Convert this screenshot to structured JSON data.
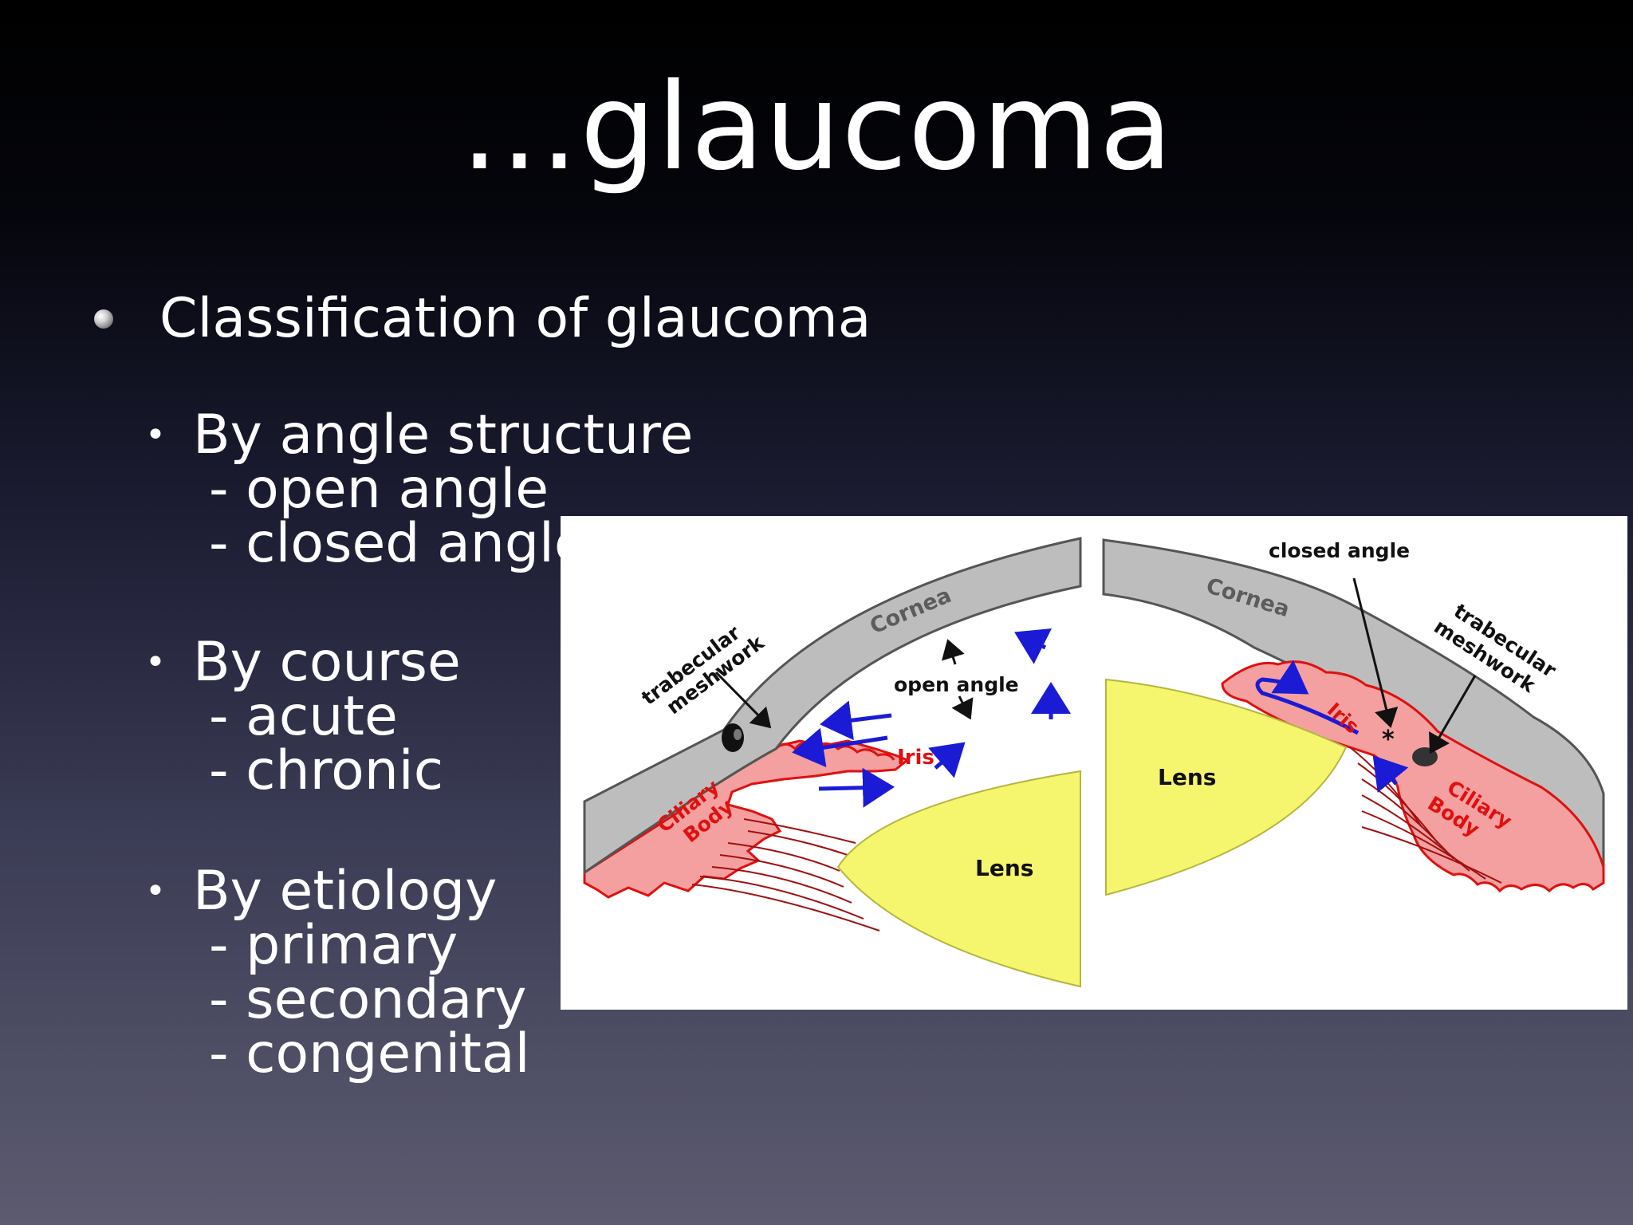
{
  "slide": {
    "title": "…glaucoma",
    "main_bullet": "Classification of glaucoma",
    "groups": [
      {
        "heading": "By angle structure",
        "items": [
          "- open angle",
          "- closed angle"
        ]
      },
      {
        "heading": "By course",
        "items": [
          "- acute",
          "- chronic"
        ]
      },
      {
        "heading": "By etiology",
        "items": [
          "- primary",
          "- secondary",
          "- congenital"
        ]
      }
    ]
  },
  "diagram": {
    "left_panel": {
      "cornea": "Cornea",
      "trabecular_line1": "trabecular",
      "trabecular_line2": "meshwork",
      "angle": "open angle",
      "iris": "Iris",
      "ciliary_line1": "Ciliary",
      "ciliary_line2": "Body",
      "lens": "Lens"
    },
    "right_panel": {
      "angle": "closed angle",
      "cornea": "Cornea",
      "trabecular_line1": "trabecular",
      "trabecular_line2": "meshwork",
      "iris": "Iris",
      "ciliary_line1": "Ciliary",
      "ciliary_line2": "Body",
      "lens": "Lens",
      "marker": "*"
    },
    "colors": {
      "cornea": "#bdbdbd",
      "iris_fill": "#f4a0a0",
      "iris_stroke": "#e01010",
      "lens": "#f5f56e",
      "flow_arrows": "#1b1bd6",
      "label_text": "#111111"
    }
  }
}
